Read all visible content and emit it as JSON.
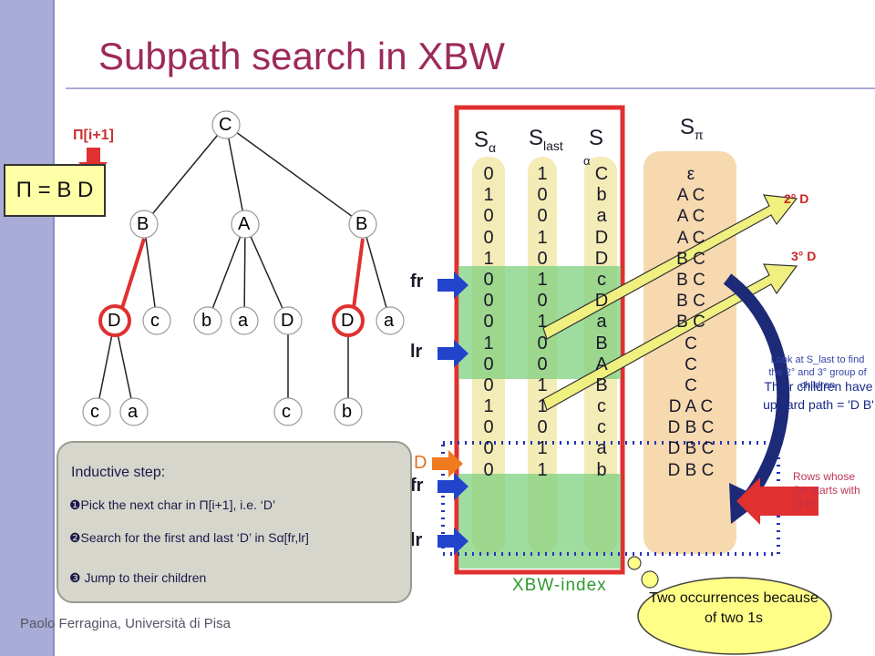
{
  "title": "Subpath search in XBW",
  "footer": "Paolo Ferragina, Università di Pisa",
  "pi": {
    "box": "Π = B D",
    "index_label": "Π[i+1]"
  },
  "tree": {
    "root": "C",
    "level1": [
      "B",
      "A",
      "B"
    ],
    "level2": [
      "D",
      "c",
      "b",
      "a",
      "D",
      "D",
      "a"
    ],
    "level3": [
      "c",
      "a",
      "c",
      "b"
    ]
  },
  "headers": {
    "s_alpha": "S",
    "s_alpha_sub": "α",
    "s_last": "S",
    "s_last_sub": "last",
    "s": "S",
    "s_pi": "S",
    "s_pi_sub": "π"
  },
  "columns": {
    "s_alpha_bits": [
      "0",
      "1",
      "0",
      "0",
      "1",
      "0",
      "0",
      "0",
      "1",
      "0",
      "0",
      "1",
      "0",
      "0",
      "0"
    ],
    "s_last_bits": [
      "1",
      "0",
      "0",
      "1",
      "0",
      "1",
      "0",
      "1",
      "0",
      "0",
      "1",
      "1",
      "0",
      "1",
      "1"
    ],
    "s_chars": [
      "C",
      "b",
      "a",
      "D",
      "D",
      "c",
      "D",
      "a",
      "B",
      "A",
      "B",
      "c",
      "c",
      "a",
      "b"
    ],
    "s_alpha_first": "α",
    "s_pi": [
      "ε",
      "A C",
      "A C",
      "A C",
      "B C",
      "B C",
      "B C",
      "B C",
      "C",
      "C",
      "C",
      "D A C",
      "D B C",
      "D B C",
      "D B C"
    ]
  },
  "pointers": {
    "fr": "fr",
    "lr": "lr",
    "fr2": "fr",
    "lr2": "lr",
    "d_label": "D"
  },
  "notes": {
    "second_d": "2° D",
    "third_d": "3° D",
    "look_at": "Look at S_last to find the 2° and 3° group of children",
    "children": "Their children have upward path = 'D B'",
    "rows": "Rows whose Sπ starts with 'D B'",
    "cloud": "Two occurrences because of two 1s",
    "xbw_index": "XBW-index"
  },
  "step": {
    "heading": "Inductive step:",
    "s1": "❶Pick the next char in Π[i+1], i.e. ‘D’",
    "s2": "❷Search for the first and last ‘D’ in Sα[fr,lr]",
    "s3": "❸ Jump to their children"
  },
  "colors": {
    "title": "#9c2a5a",
    "accent_red": "#e03030",
    "arrow_blue": "#2244cc",
    "highlight_green": "#7fd07f",
    "s_pi_bg": "#f7d9b0"
  }
}
